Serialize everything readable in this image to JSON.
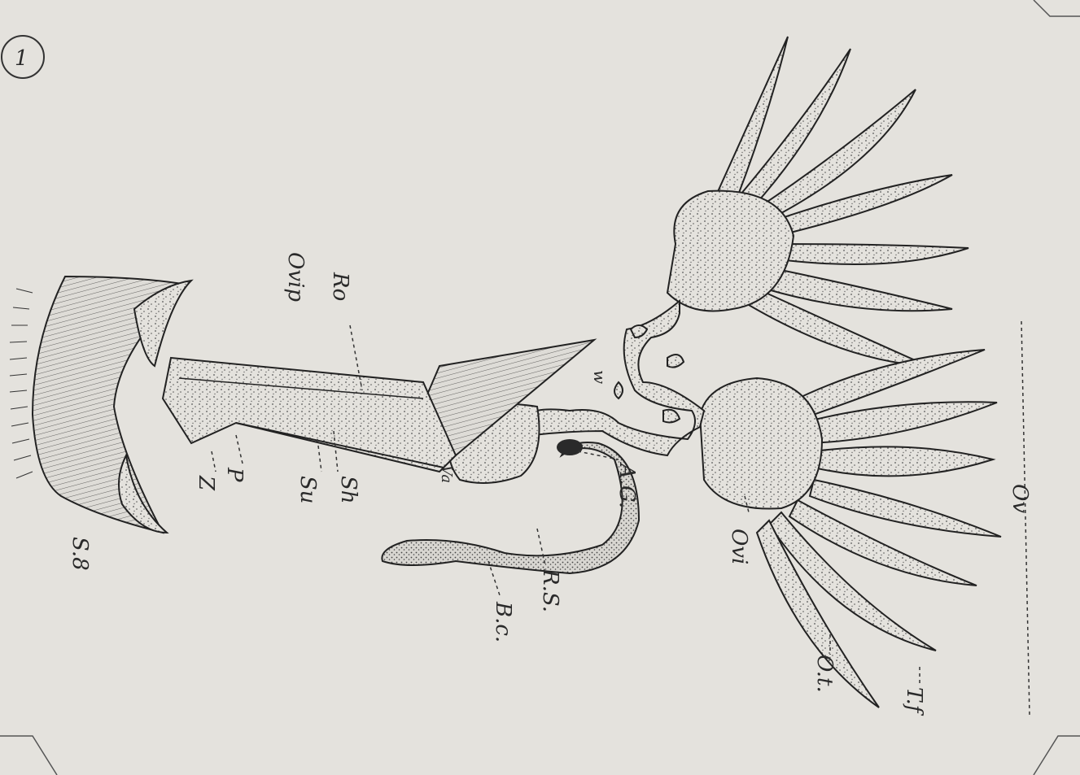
{
  "figure": {
    "number": "1",
    "paper_color": "#e4e2dd",
    "ink_color": "#222222",
    "stipple_color": "#555555",
    "labels": {
      "ov": "Ov",
      "ovi": "Ovi",
      "ot": "O.t.",
      "tf": "T.f",
      "ag": "A.G.",
      "rs": "R.S.",
      "bc": "B.c.",
      "ro": "Ro",
      "ovip": "Ovip",
      "sh": "Sh",
      "su": "Su",
      "p": "P",
      "z": "Z",
      "s8": "S.8",
      "va": "Va",
      "w": "w"
    }
  }
}
